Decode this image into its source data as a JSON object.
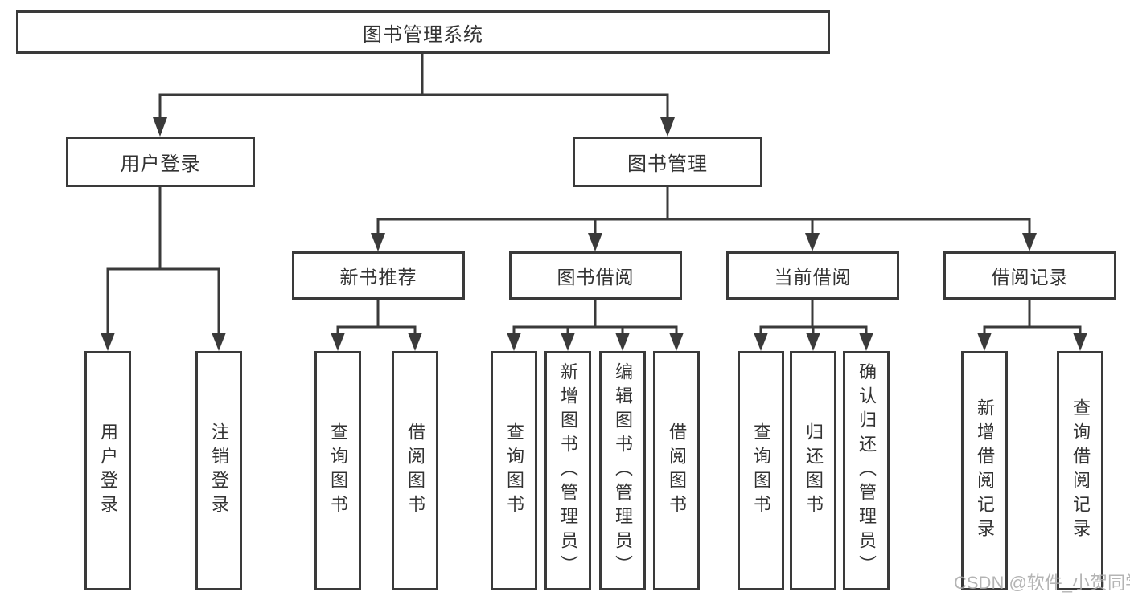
{
  "diagram": {
    "title_node": {
      "label": "图书管理系统"
    },
    "level2": [
      {
        "label": "用户登录"
      },
      {
        "label": "图书管理"
      }
    ],
    "level3": [
      {
        "label": "新书推荐"
      },
      {
        "label": "图书借阅"
      },
      {
        "label": "当前借阅"
      },
      {
        "label": "借阅记录"
      }
    ],
    "leaves": [
      {
        "label": "用户登录"
      },
      {
        "label": "注销登录"
      },
      {
        "label": "查询图书"
      },
      {
        "label": "借阅图书"
      },
      {
        "label": "查询图书"
      },
      {
        "label": "新增图书（管理员）"
      },
      {
        "label": "编辑图书（管理员）"
      },
      {
        "label": "借阅图书"
      },
      {
        "label": "查询图书"
      },
      {
        "label": "归还图书"
      },
      {
        "label": "确认归还（管理员）"
      },
      {
        "label": "新增借阅记录"
      },
      {
        "label": "查询借阅记录"
      }
    ],
    "colors": {
      "line": "#3a3a3a",
      "text": "#333333",
      "background": "#ffffff",
      "watermark_gray": "#a8a8a8"
    }
  },
  "watermark": {
    "text": "CSDN @软件_小贺同学"
  }
}
